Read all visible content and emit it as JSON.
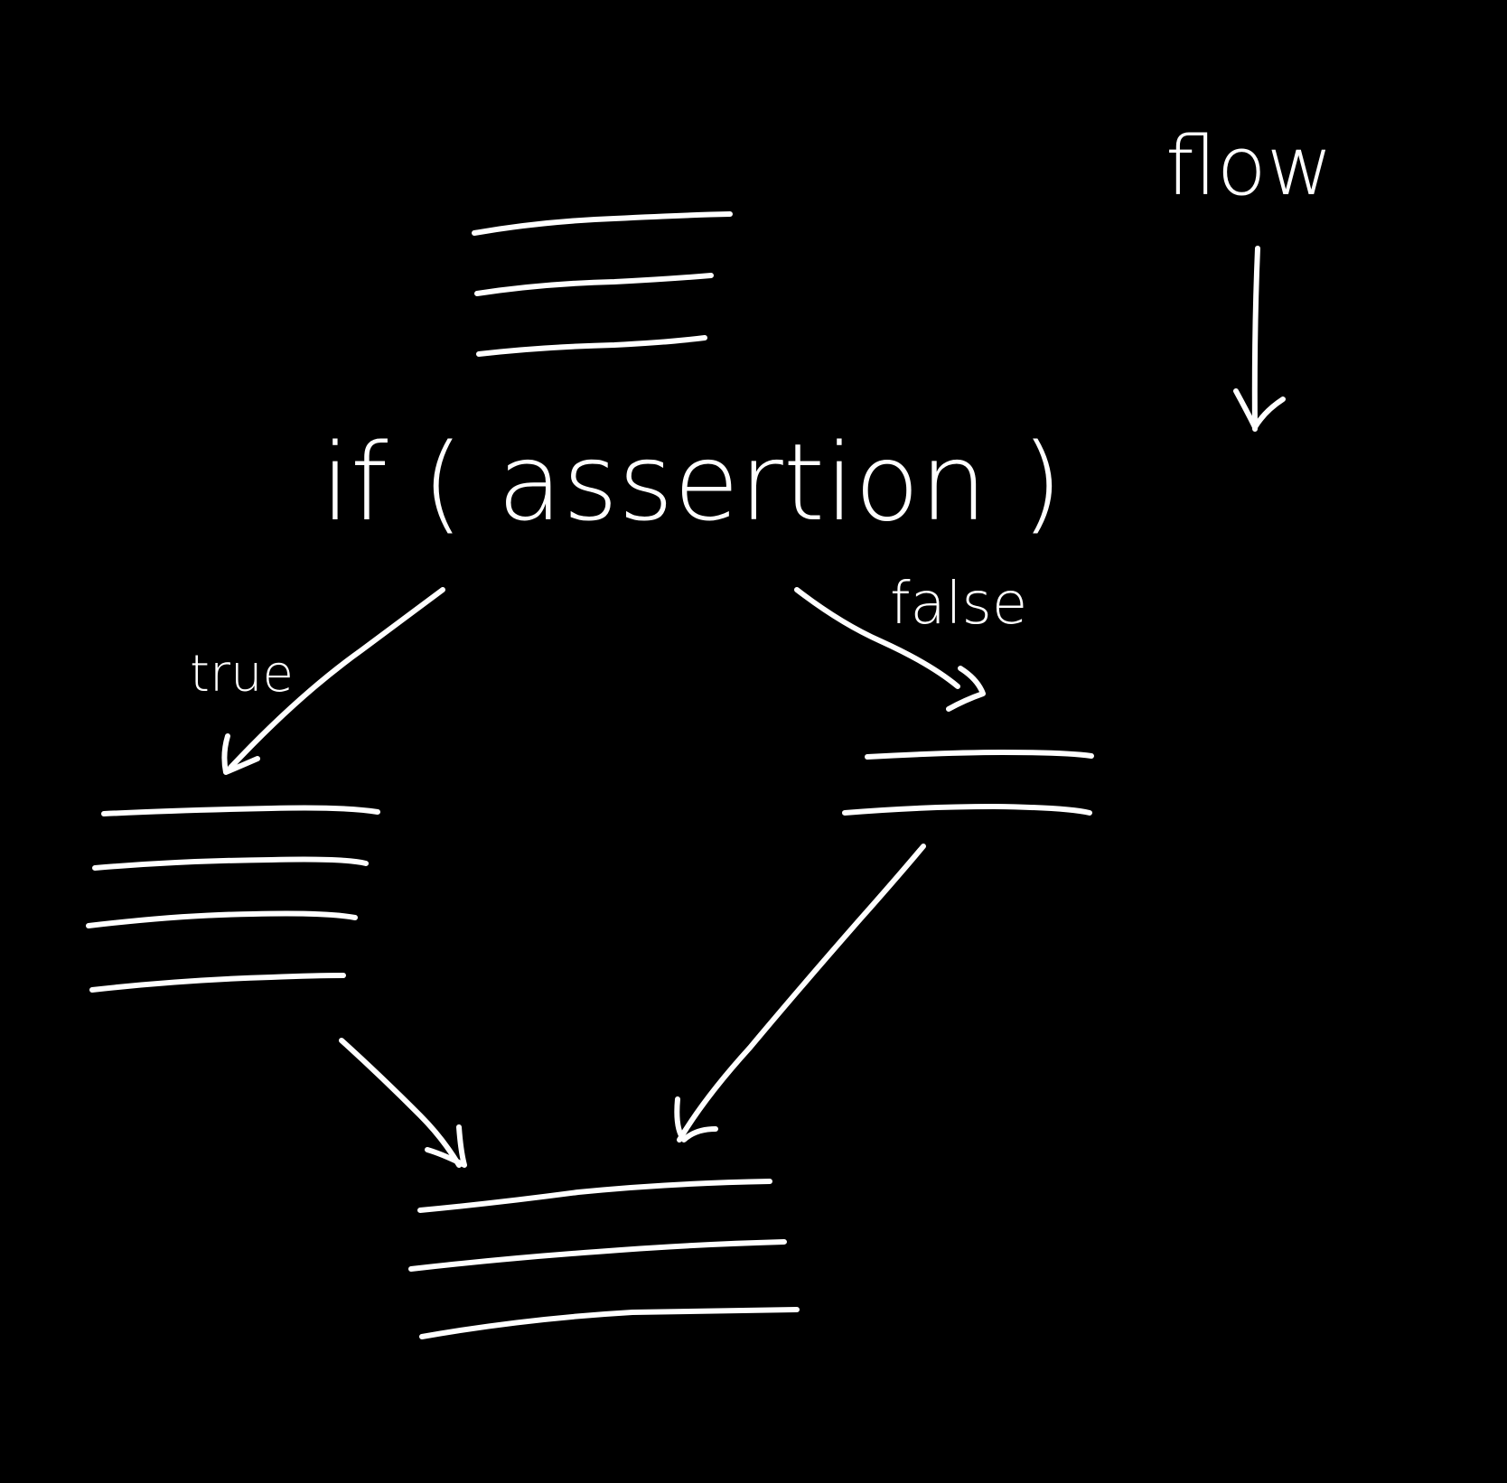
{
  "diagram": {
    "background": "#000000",
    "ink": "#ffffff",
    "legend_label": "flow",
    "condition_label": "if ( assertion )",
    "true_label": "true",
    "false_label": "false",
    "blocks": [
      {
        "name": "block-before-if",
        "line_count": 3
      },
      {
        "name": "block-true-branch",
        "line_count": 4
      },
      {
        "name": "block-false-branch",
        "line_count": 2
      },
      {
        "name": "block-after-merge",
        "line_count": 3
      }
    ]
  }
}
